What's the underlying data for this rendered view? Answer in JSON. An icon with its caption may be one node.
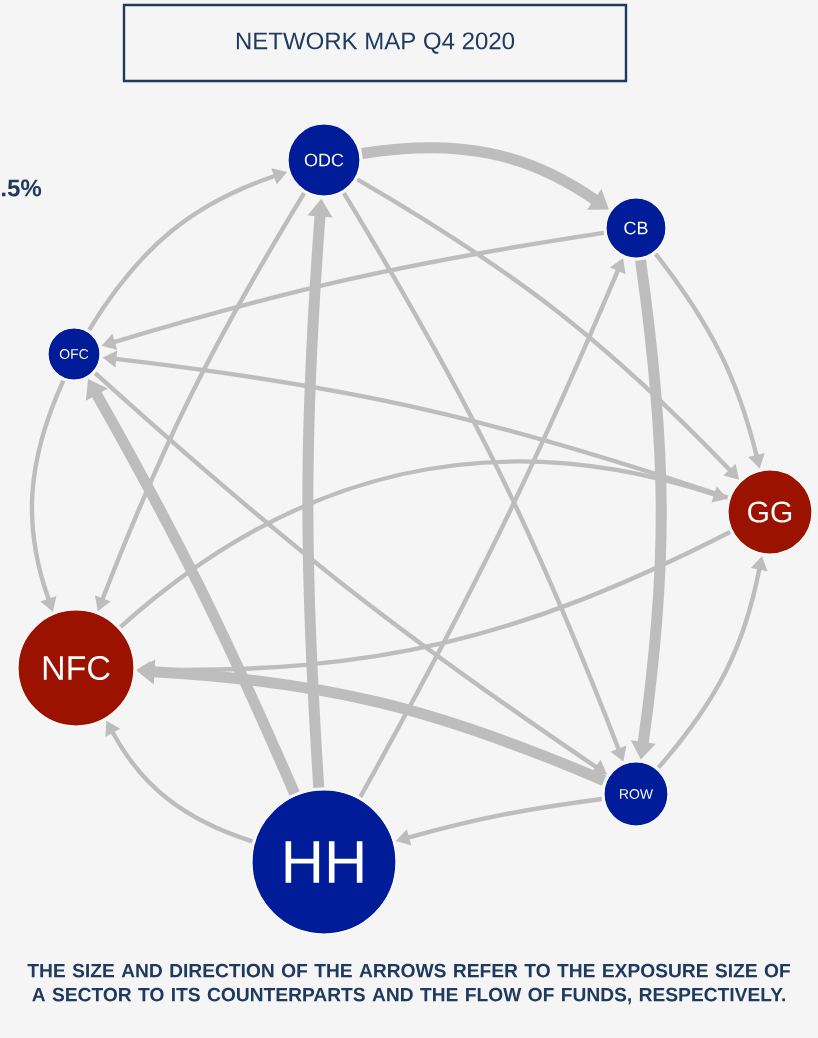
{
  "diagram": {
    "title": "NETWORK MAP Q4 2020",
    "caption": "THE SIZE AND DIRECTION OF THE ARROWS REFER TO THE EXPOSURE SIZE OF A SECTOR TO ITS COUNTERPARTS AND THE FLOW OF FUNDS, RESPECTIVELY.",
    "nodes": [
      {
        "text": [
          "ODC"
        ]
      },
      {
        "text": [
          "CB"
        ]
      },
      {
        "text": [
          "OFC"
        ]
      },
      {
        "text": [
          "GG"
        ]
      },
      {
        "text": [
          "NFC"
        ]
      },
      {
        "text": [
          "ROW"
        ]
      },
      {
        "text": [
          "HH"
        ]
      }
    ],
    "edges": [
      {
        "from": 2,
        "to": 0,
        "arrow": "to"
      },
      {
        "from": 0,
        "to": 1,
        "arrow": "to",
        "style": "thick"
      },
      {
        "from": 0,
        "to": 3,
        "arrow": "to"
      },
      {
        "from": 0,
        "to": 5,
        "arrow": "to"
      },
      {
        "from": 0,
        "to": 4,
        "arrow": "to"
      },
      {
        "from": 6,
        "to": 0,
        "arrow": "to",
        "style": "thick"
      },
      {
        "from": 1,
        "to": 2,
        "arrow": "to"
      },
      {
        "from": 1,
        "to": 5,
        "arrow": "to",
        "style": "thick"
      },
      {
        "from": 1,
        "to": 3,
        "arrow": "to"
      },
      {
        "from": 6,
        "to": 1,
        "arrow": "to"
      },
      {
        "from": 2,
        "to": 4,
        "arrow": "to"
      },
      {
        "from": 6,
        "to": 2,
        "arrow": "to",
        "style": "thick"
      },
      {
        "from": 3,
        "to": 2,
        "arrow": "to"
      },
      {
        "from": 2,
        "to": 5,
        "arrow": "to"
      },
      {
        "from": 4,
        "to": 3,
        "arrow": "to"
      },
      {
        "from": 3,
        "to": 4,
        "arrow": "to"
      },
      {
        "from": 5,
        "to": 4,
        "arrow": "to",
        "style": "thick"
      },
      {
        "from": 5,
        "to": 6,
        "arrow": "to"
      },
      {
        "from": 5,
        "to": 3,
        "arrow": "to"
      },
      {
        "from": 6,
        "to": 4,
        "arrow": "to"
      }
    ],
    "labels": [
      ".5%"
    ]
  }
}
